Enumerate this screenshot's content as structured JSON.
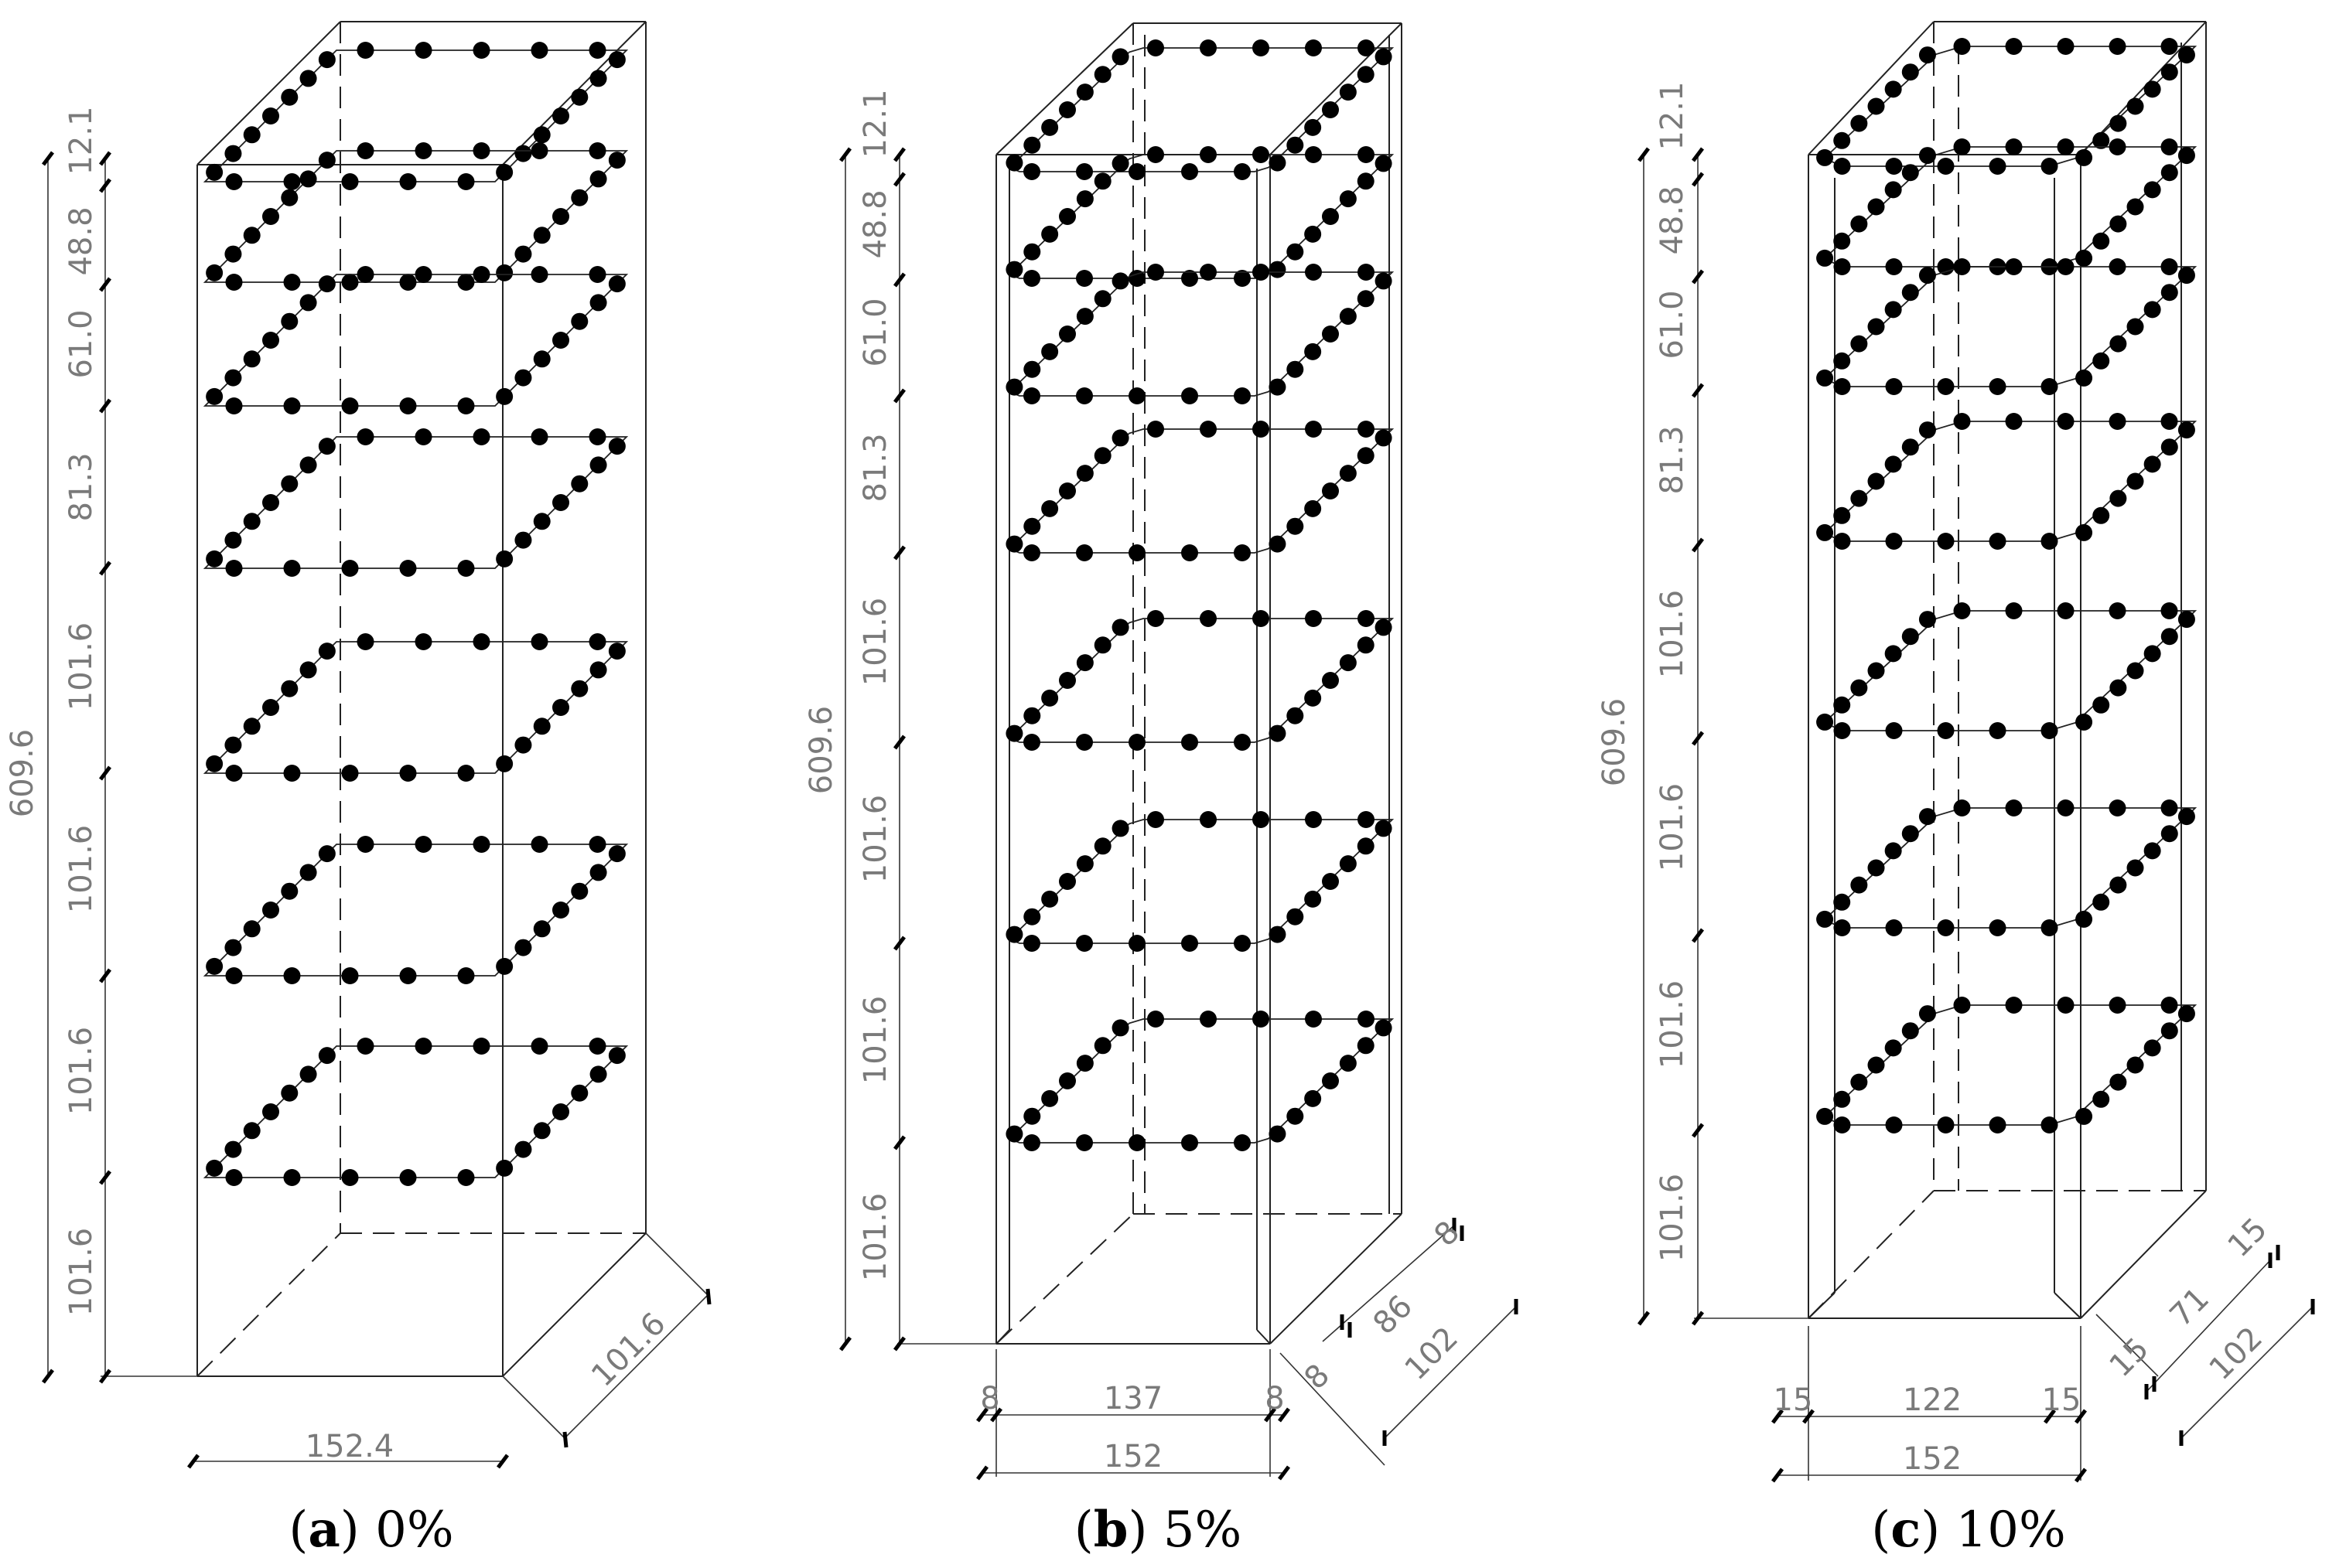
{
  "panels": [
    {
      "id": "a",
      "caption_letter": "a",
      "caption_text": "0%",
      "height_label": "609.6",
      "segment_labels": [
        "12.1",
        "48.8",
        "61.0",
        "81.3",
        "101.6",
        "101.6",
        "101.6",
        "101.6"
      ],
      "width_label": "152.4",
      "depth_label": "101.6"
    },
    {
      "id": "b",
      "caption_letter": "b",
      "caption_text": "5%",
      "height_label": "609.6",
      "segment_labels": [
        "12.1",
        "48.8",
        "61.0",
        "81.3",
        "101.6",
        "101.6",
        "101.6",
        "101.6"
      ],
      "width_labels": [
        "8",
        "137",
        "8"
      ],
      "width_total_label": "152",
      "depth_labels": [
        "8",
        "86",
        "8"
      ],
      "depth_total_label": "102"
    },
    {
      "id": "c",
      "caption_letter": "c",
      "caption_text": "10%",
      "height_label": "609.6",
      "segment_labels": [
        "12.1",
        "48.8",
        "61.0",
        "81.3",
        "101.6",
        "101.6",
        "101.6",
        "101.6"
      ],
      "width_labels": [
        "15",
        "122",
        "15"
      ],
      "width_total_label": "152",
      "depth_labels": [
        "15",
        "71",
        "15"
      ],
      "depth_total_label": "102"
    }
  ]
}
